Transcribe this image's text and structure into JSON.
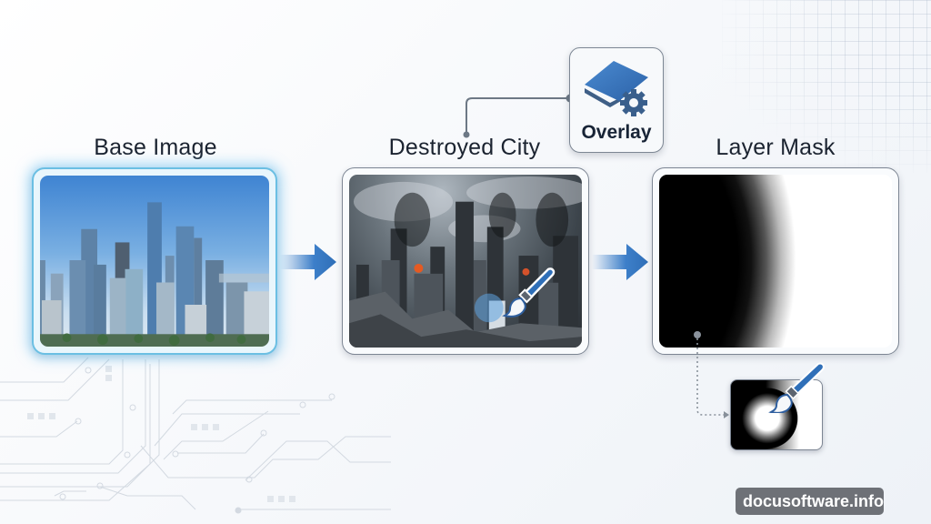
{
  "diagram": {
    "stages": [
      {
        "id": "base",
        "title": "Base Image",
        "content": "clear-sky-city-skyline-photo",
        "active": true
      },
      {
        "id": "destroyed",
        "title": "Destroyed City",
        "content": "ruined-smoking-city-photo",
        "active": false
      },
      {
        "id": "mask",
        "title": "Layer Mask",
        "content": "black-to-white-radial-gradient-mask",
        "active": false
      }
    ],
    "overlay_badge": {
      "label": "Overlay",
      "icon": "layers-gear-icon"
    },
    "connectors": [
      {
        "from": "base",
        "to": "destroyed",
        "type": "arrow"
      },
      {
        "from": "destroyed",
        "to": "mask",
        "type": "arrow"
      },
      {
        "from": "overlay",
        "to": "destroyed",
        "type": "elbow-line"
      },
      {
        "from": "mask",
        "to": "mask-brush-detail",
        "type": "dotted-arrow"
      }
    ],
    "brush_icon": "paintbrush-icon",
    "mini_mask": {
      "content": "mask-with-painted-white-spot",
      "icon": "paintbrush-icon"
    }
  },
  "colors": {
    "accent_blue": "#3d7fc9",
    "active_glow": "#6bbfe3",
    "card_border": "#7c8593",
    "text": "#1b2330"
  },
  "watermark": {
    "text": "docusoftware.info"
  }
}
